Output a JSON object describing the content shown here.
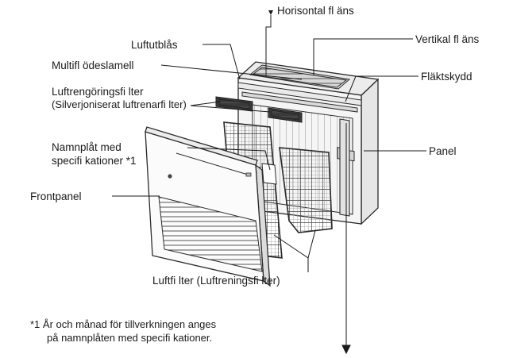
{
  "labels": {
    "horisontal": "Horisontal fl äns",
    "vertikal": "Vertikal fl äns",
    "luftutblas": "Luftutblås",
    "multiflode": "Multifl ödeslamell",
    "flaktskydd": "Fläktskydd",
    "luftrengoring_1": "Luftrengöringsfi lter",
    "luftrengoring_2": "(Silverjoniserat luftrenarfi lter)",
    "namnplat_1": "Namnplåt med",
    "namnplat_2": "specifi kationer *1",
    "panel": "Panel",
    "frontpanel": "Frontpanel",
    "luftfilter": "Luftfi lter (Luftreningsfi lter)"
  },
  "footnote": {
    "line1": "*1  År och månad för tillverkningen anges",
    "line2": "på namnplåten med specifi kationer."
  },
  "colors": {
    "line": "#2b2b2b",
    "fill_light": "#f4f4f4",
    "fill_mid": "#dcdcdc",
    "filter_mesh": "#bdbdbd"
  }
}
